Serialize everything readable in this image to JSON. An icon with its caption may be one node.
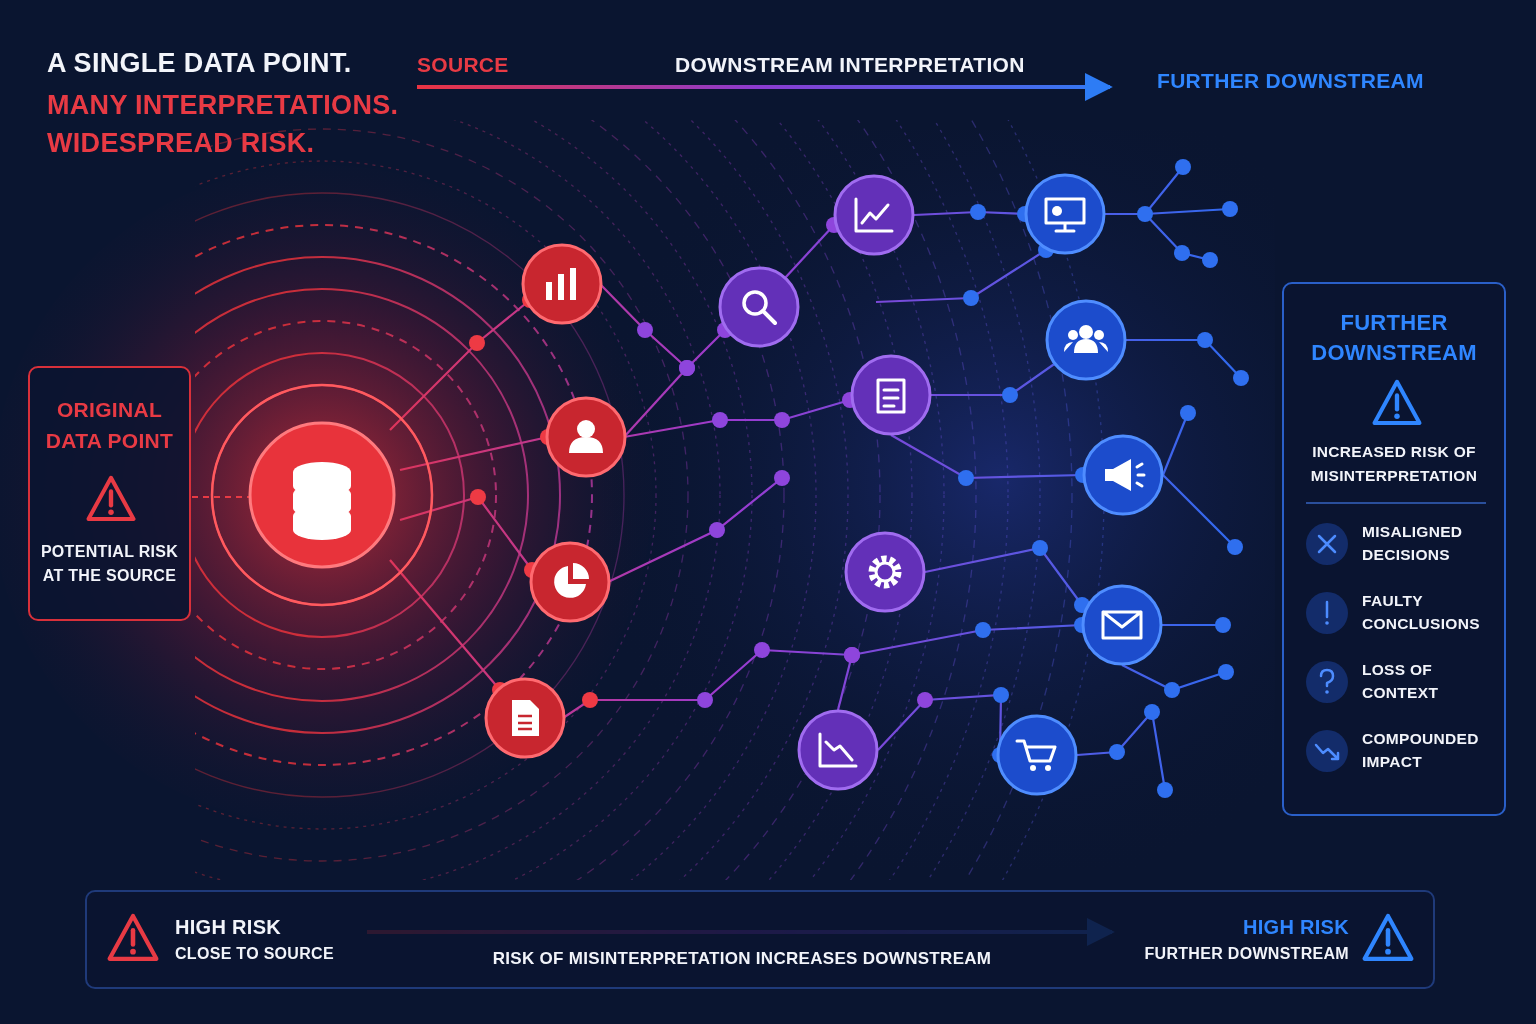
{
  "diagram": {
    "title": "A SINGLE DATA POINT.",
    "nodes": [
      {
        "text": [
          "ORIGINAL DATA POINT",
          "POTENTIAL RISK AT THE SOURCE"
        ]
      },
      {
        "text": [
          "FURTHER DOWNSTREAM",
          "INCREASED RISK OF MISINTERPRETATION",
          "MISALIGNED DECISIONS",
          "FAULTY CONCLUSIONS",
          "LOSS OF CONTEXT",
          "COMPOUNDED IMPACT"
        ]
      },
      {
        "text": [
          "HIGH RISK",
          "CLOSE TO SOURCE",
          "RISK OF MISINTERPRETATION INCREASES DOWNSTREAM",
          "HIGH RISK",
          "FURTHER DOWNSTREAM"
        ]
      }
    ],
    "labels": [
      "MANY INTERPRETATIONS. WIDESPREAD RISK.",
      "SOURCE",
      "DOWNSTREAM INTERPRETATION",
      "FURTHER DOWNSTREAM"
    ]
  }
}
